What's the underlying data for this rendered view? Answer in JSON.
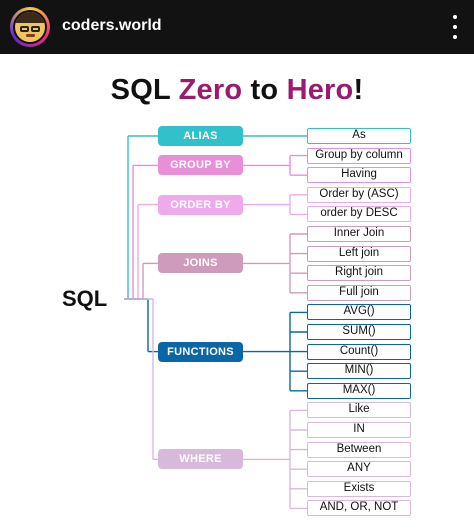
{
  "header": {
    "account_name": "coders.world",
    "avatar_icon": "cartoon-avatar",
    "more_icon": "vertical-ellipsis-icon"
  },
  "title": {
    "part1": "SQL ",
    "part2": "Zero",
    "part3": " to ",
    "part4": "Hero",
    "part5": "!"
  },
  "diagram": {
    "root": "SQL",
    "colors": {
      "alias": "#32c1cb",
      "group_by": "#e88fd8",
      "order_by": "#eeaaea",
      "joins": "#cf9bbd",
      "functions": "#0b66a8",
      "where": "#d8b9dc"
    },
    "categories": [
      {
        "key": "alias",
        "label": "ALIAS",
        "items": [
          "As"
        ]
      },
      {
        "key": "group_by",
        "label": "GROUP BY",
        "items": [
          "Group by column",
          "Having"
        ]
      },
      {
        "key": "order_by",
        "label": "ORDER BY",
        "items": [
          "Order by (ASC)",
          "order by DESC"
        ]
      },
      {
        "key": "joins",
        "label": "JOINS",
        "items": [
          "Inner Join",
          "Left join",
          "Right join",
          "Full join"
        ]
      },
      {
        "key": "functions",
        "label": "FUNCTIONS",
        "items": [
          "AVG()",
          "SUM()",
          "Count()",
          "MIN()",
          "MAX()"
        ]
      },
      {
        "key": "where",
        "label": "WHERE",
        "items": [
          "Like",
          "IN",
          "Between",
          "ANY",
          "Exists",
          "AND, OR, NOT"
        ]
      }
    ]
  }
}
